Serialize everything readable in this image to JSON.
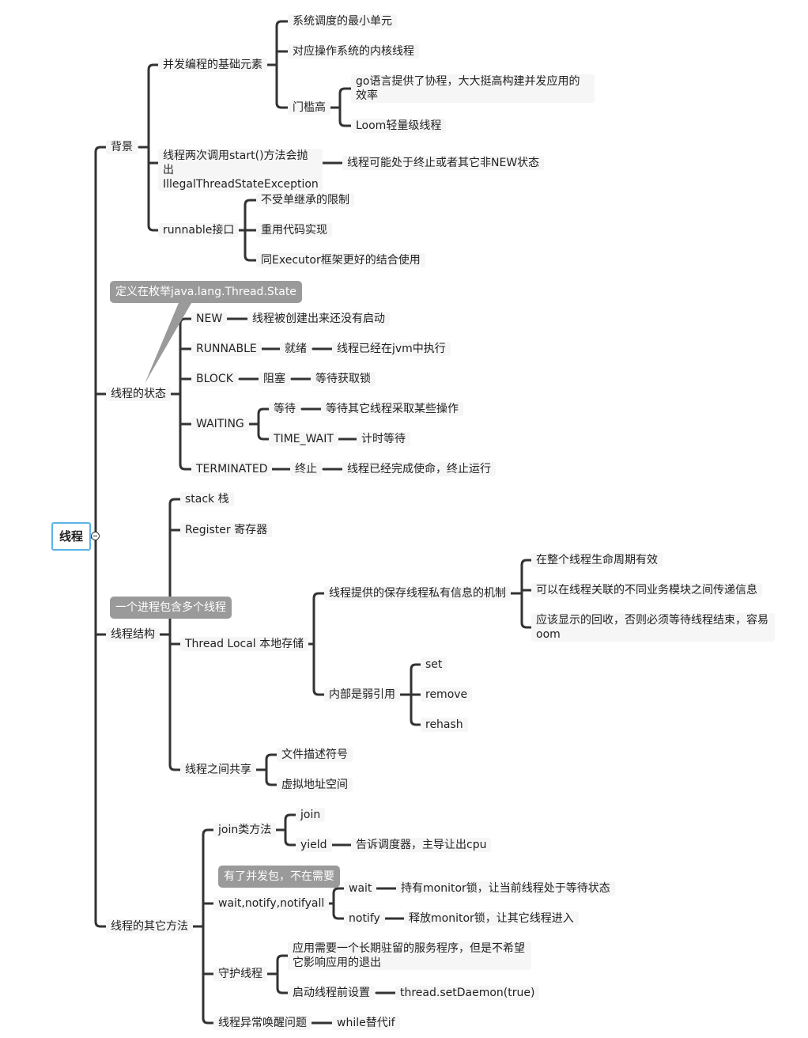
{
  "root": "线程",
  "nodes": {
    "bg": "背景",
    "bg_a": "并发编程的基础元素",
    "bg_a1": "系统调度的最小单元",
    "bg_a2": "对应操作系统的内核线程",
    "bg_a3": "门槛高",
    "bg_a3a": "go语言提供了协程，大大挺高构建并发应用的效率",
    "bg_a3b": "Loom轻量级线程",
    "bg_b": "线程两次调用start()方法会抛出IllegalThreadStateException",
    "bg_b1": "线程可能处于终止或者其它非NEW状态",
    "bg_c": "runnable接口",
    "bg_c1": "不受单继承的限制",
    "bg_c2": "重用代码实现",
    "bg_c3": "同Executor框架更好的结合使用",
    "st": "线程的状态",
    "st_new": "NEW",
    "st_new1": "线程被创建出来还没有启动",
    "st_run": "RUNNABLE",
    "st_run1": "就绪",
    "st_run2": "线程已经在jvm中执行",
    "st_blk": "BLOCK",
    "st_blk1": "阻塞",
    "st_blk2": "等待获取锁",
    "st_wait": "WAITING",
    "st_wait1": "等待",
    "st_wait1a": "等待其它线程采取某些操作",
    "st_wait2": "TIME_WAIT",
    "st_wait2a": "计时等待",
    "st_term": "TERMINATED",
    "st_term1": "终止",
    "st_term2": "线程已经完成使命，终止运行",
    "str": "线程结构",
    "str_stack": "stack 栈",
    "str_reg": "Register 寄存器",
    "str_tl": "Thread Local 本地存储",
    "str_tl_a": "线程提供的保存线程私有信息的机制",
    "str_tl_a1": "在整个线程生命周期有效",
    "str_tl_a2": "可以在线程关联的不同业务模块之间传递信息",
    "str_tl_a3": "应该显示的回收，否则必须等待线程结束，容易oom",
    "str_tl_b": "内部是弱引用",
    "str_tl_b1": "set",
    "str_tl_b2": "remove",
    "str_tl_b3": "rehash",
    "str_share": "线程之间共享",
    "str_share1": "文件描述符号",
    "str_share2": "虚拟地址空间",
    "oth": "线程的其它方法",
    "oth_join": "join类方法",
    "oth_join1": "join",
    "oth_join2": "yield",
    "oth_join2a": "告诉调度器，主导让出cpu",
    "oth_wait": "wait,notify,notifyall",
    "oth_wait1": "wait",
    "oth_wait1a": "持有monitor锁，让当前线程处于等待状态",
    "oth_wait2": "notify",
    "oth_wait2a": "释放monitor锁，让其它线程进入",
    "oth_daemon": "守护线程",
    "oth_daemon1": "应用需要一个长期驻留的服务程序，但是不希望它影响应用的退出",
    "oth_daemon2": "启动线程前设置",
    "oth_daemon2a": "thread.setDaemon(true)",
    "oth_wake": "线程异常唤醒问题",
    "oth_wake1": "while替代if"
  },
  "callouts": {
    "state_note": "定义在枚举java.lang.Thread.State",
    "struct_note": "一个进程包含多个线程",
    "wait_note": "有了并发包，不在需要"
  },
  "colors": {
    "line": "#333333",
    "node_bg": "#f6f6f6",
    "root_border": "#5bb4e6",
    "callout_bg": "#9a9a9a"
  }
}
